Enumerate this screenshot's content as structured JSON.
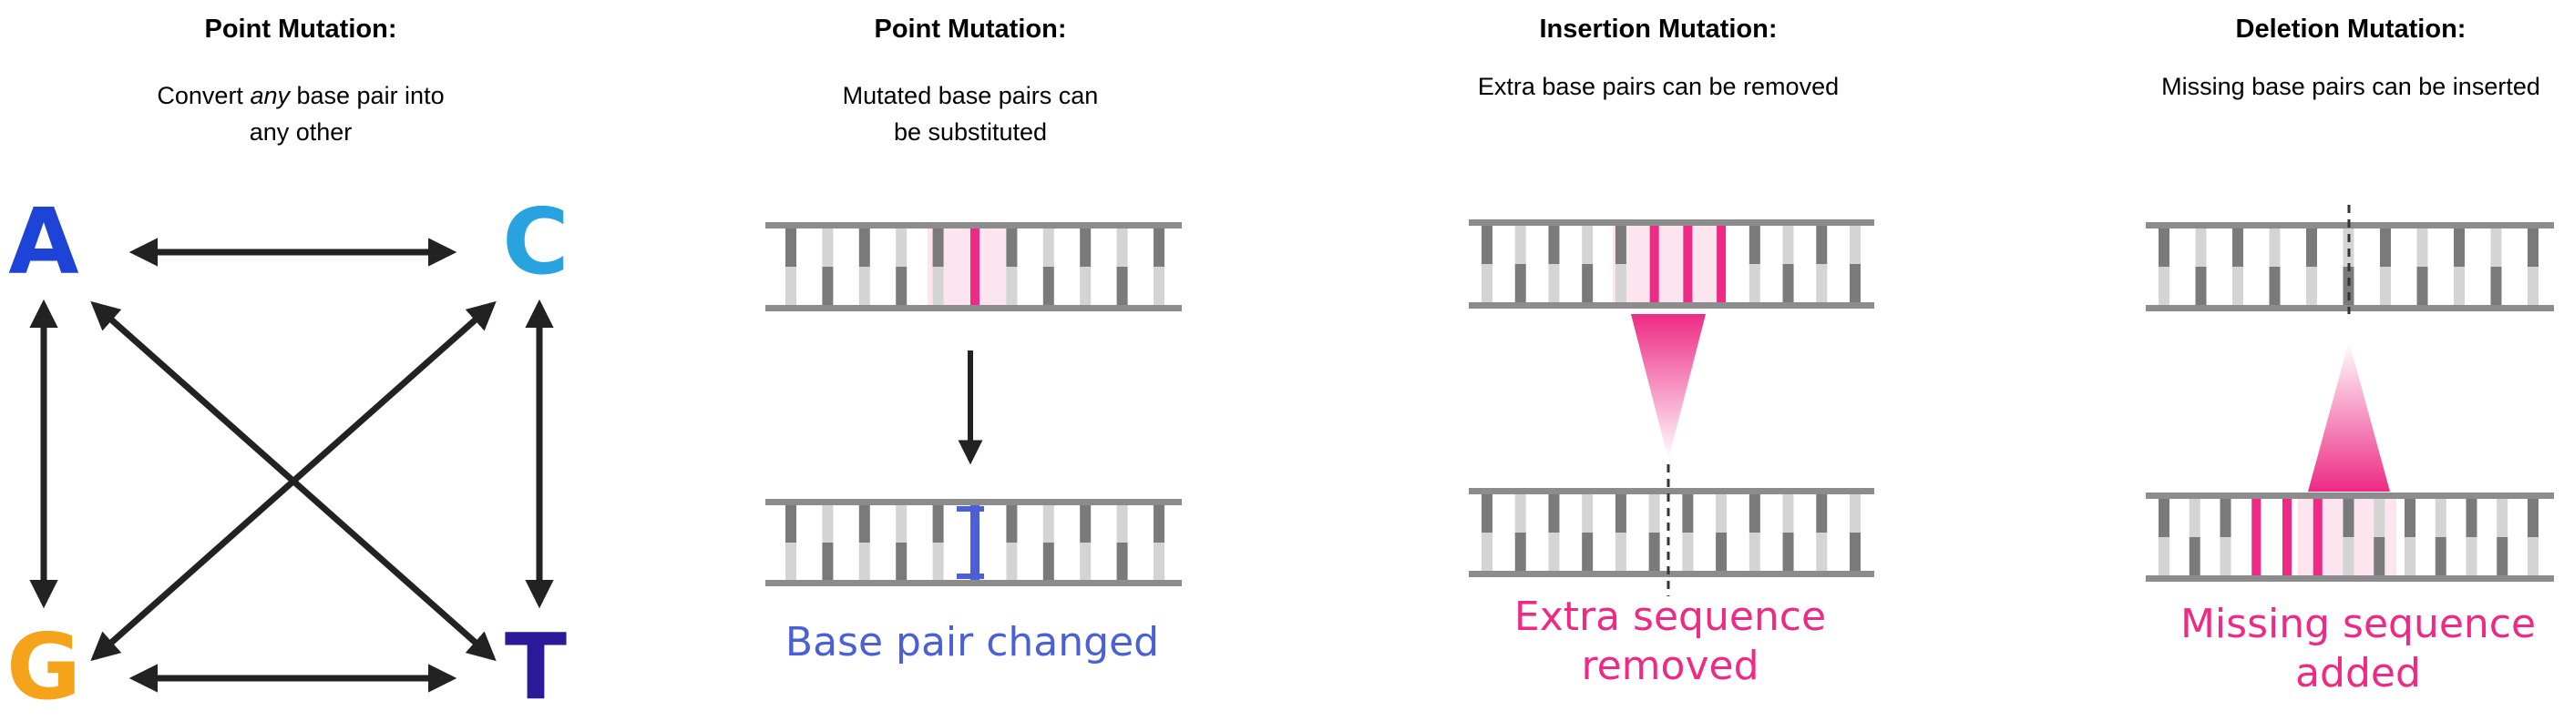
{
  "colors": {
    "base_a": "#1d44d6",
    "base_c": "#29a3e0",
    "base_g": "#f5a31a",
    "base_t": "#2a1a9a",
    "arrow": "#222222",
    "rail": "#8c8c8c",
    "rung_dark": "#7a7a7a",
    "rung_light": "#d4d4d4",
    "highlight_pink": "#ee2a85",
    "highlight_blue": "#4b5fd6",
    "dashed_line": "#333333"
  },
  "panels": [
    {
      "title": "Point Mutation:",
      "description_parts": [
        "Convert ",
        "any",
        " base pair into"
      ],
      "description_line2": "any other",
      "bases": {
        "a": "A",
        "c": "C",
        "g": "G",
        "t": "T"
      }
    },
    {
      "title": "Point Mutation:",
      "description_line1": "Mutated base pairs can",
      "description_line2": "be substituted",
      "caption": "Base pair changed"
    },
    {
      "title": "Insertion Mutation:",
      "description_line1": "Extra base pairs can be removed",
      "caption_line1": "Extra sequence",
      "caption_line2": "removed"
    },
    {
      "title": "Deletion Mutation:",
      "description_line1": "Missing base pairs can be inserted",
      "caption_line1": "Missing sequence",
      "caption_line2": "added"
    }
  ]
}
